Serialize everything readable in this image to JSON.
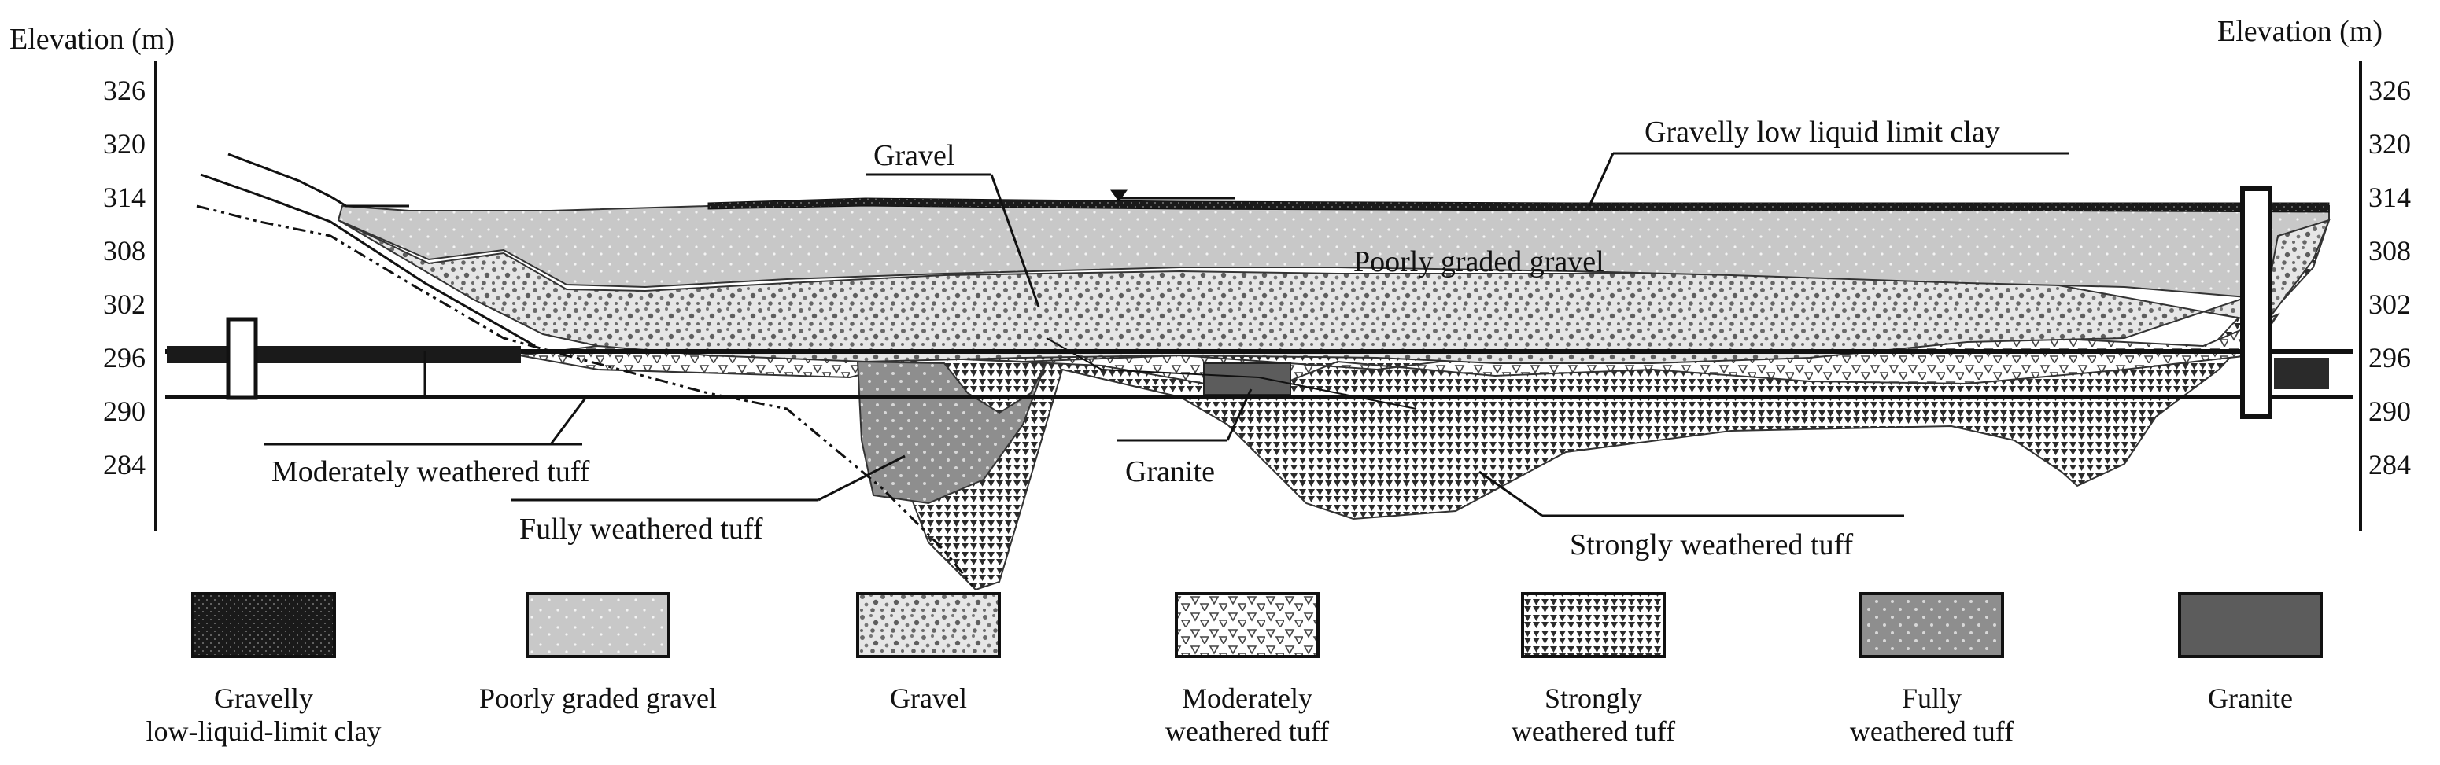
{
  "axes": {
    "left_title": "Elevation (m)",
    "right_title": "Elevation (m)",
    "ticks": [
      "326",
      "320",
      "314",
      "308",
      "302",
      "296",
      "290",
      "284"
    ]
  },
  "callouts": {
    "gravelly_clay": "Gravelly low liquid limit clay",
    "gravel": "Gravel",
    "poorly_graded": "Poorly graded gravel",
    "moderate": "Moderately weathered tuff",
    "fully": "Fully weathered tuff",
    "granite": "Granite",
    "strongly": "Strongly weathered tuff"
  },
  "legend": [
    {
      "key": "clay",
      "lines": [
        "Gravelly",
        "low-liquid-limit clay"
      ]
    },
    {
      "key": "poorly",
      "lines": [
        "Poorly graded gravel"
      ]
    },
    {
      "key": "gravel",
      "lines": [
        "Gravel"
      ]
    },
    {
      "key": "moderate",
      "lines": [
        "Moderately",
        "weathered tuff"
      ]
    },
    {
      "key": "strongly",
      "lines": [
        "Strongly",
        "weathered tuff"
      ]
    },
    {
      "key": "fully",
      "lines": [
        "Fully",
        "weathered tuff"
      ]
    },
    {
      "key": "granite",
      "lines": [
        "Granite"
      ]
    }
  ],
  "colors": {
    "poorly_fill": "#c8c8c8",
    "gravel_fill": "#d9d9d9",
    "fully_fill": "#8e8e8e",
    "granite_fill": "#5c5c5c",
    "clay_fill": "#1a1a1a"
  }
}
